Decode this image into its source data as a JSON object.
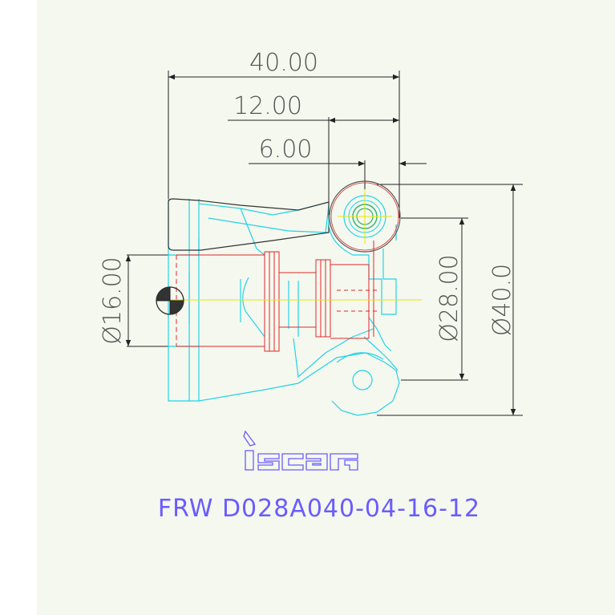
{
  "drawing": {
    "dimensions": {
      "overall_length": "40.00",
      "length_12": "12.00",
      "length_6": "6.00",
      "shank_diameter": "Ø16.00",
      "cutting_diameter": "Ø28.00",
      "outer_diameter": "Ø40.0"
    },
    "logo": "iscar",
    "part_number": "FRW D028A040-04-16-12"
  },
  "colors": {
    "sheet": "#f5f8ef",
    "outline_cyan": "#22d3e6",
    "hidden_red": "#e02828",
    "dimension": "#222222",
    "dimension_text": "#555555",
    "centerline": "#e8e800",
    "title": "#6a5cff"
  }
}
